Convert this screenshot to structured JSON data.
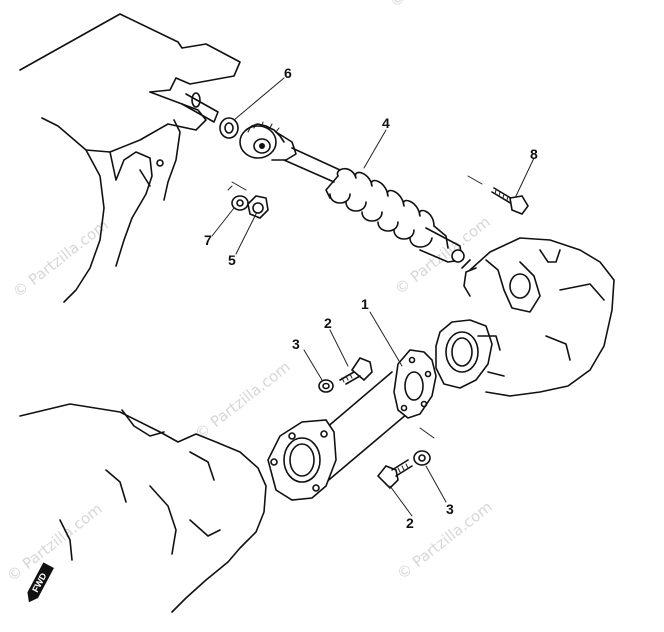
{
  "watermarks": [
    {
      "text": "© Partzilla.com"
    },
    {
      "text": "© Partzilla.com"
    },
    {
      "text": "© Partzilla.com"
    },
    {
      "text": "© Partzilla.com"
    },
    {
      "text": "© Partzilla.com"
    },
    {
      "text": "© Partzilla.com"
    }
  ],
  "callouts": [
    {
      "id": "1",
      "label": "1"
    },
    {
      "id": "2a",
      "label": "2"
    },
    {
      "id": "2b",
      "label": "2"
    },
    {
      "id": "3a",
      "label": "3"
    },
    {
      "id": "3b",
      "label": "3"
    },
    {
      "id": "4",
      "label": "4"
    },
    {
      "id": "5",
      "label": "5"
    },
    {
      "id": "6",
      "label": "6"
    },
    {
      "id": "7",
      "label": "7"
    },
    {
      "id": "8",
      "label": "8"
    }
  ],
  "fwd_badge": {
    "text": "FWD"
  }
}
